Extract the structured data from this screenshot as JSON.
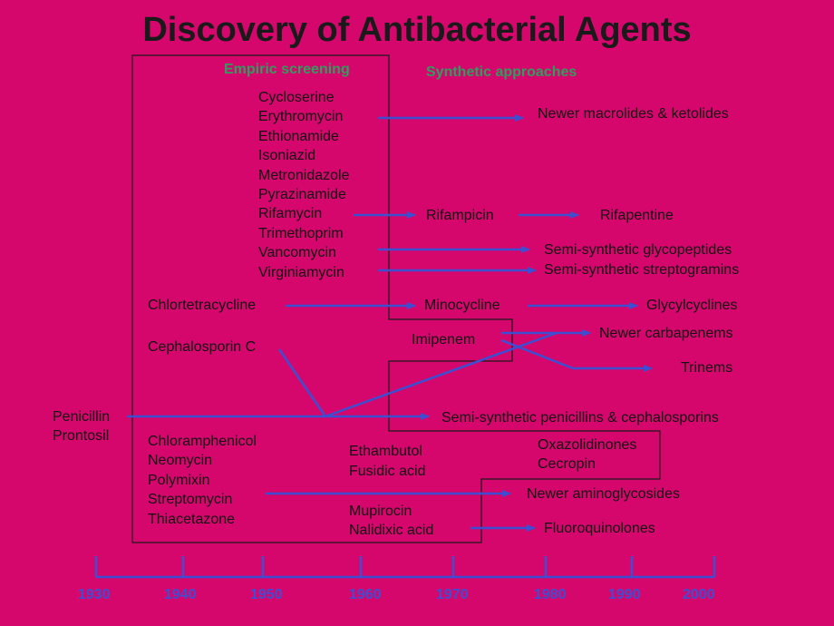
{
  "title": "Discovery of Antibacterial Agents",
  "headers": {
    "empiric": "Empiric  screening",
    "synthetic": "Synthetic approaches"
  },
  "empiric_list": [
    "Cycloserine",
    "Erythromycin",
    "Ethionamide",
    "Isoniazid",
    "Metronidazole",
    "Pyrazinamide",
    "Rifamycin",
    "Trimethoprim",
    "Vancomycin",
    "Virginiamycin"
  ],
  "agents": {
    "chlortetracycline": "Chlortetracycline",
    "cephalosporin_c": "Cephalosporin C",
    "penicillin": "Penicillin",
    "prontosil": "Prontosil",
    "imipenem": "Imipenem",
    "minocycline": "Minocycline",
    "rifampicin": "Rifampicin",
    "rifapentine": "Rifapentine",
    "newer_macrolides": "Newer macrolides & ketolides",
    "semi_glycopeptides": "Semi-synthetic glycopeptides",
    "semi_streptogramins": "Semi-synthetic streptogramins",
    "glycylcyclines": "Glycylcyclines",
    "newer_carbapenems": "Newer carbapenems",
    "trinems": "Trinems",
    "semi_penicillins": "Semi-synthetic penicillins & cephalosporins",
    "ethambutol": "Ethambutol",
    "fusidic_acid": "Fusidic acid",
    "oxazolidinones": "Oxazolidinones",
    "cecropin": "Cecropin",
    "newer_aminoglycosides": "Newer aminoglycosides",
    "mupirocin": "Mupirocin",
    "nalidixic_acid": "Nalidixic acid",
    "fluoroquinolones": "Fluoroquinolones"
  },
  "bottom_list": [
    "Chloramphenicol",
    "Neomycin",
    "Polymixin",
    "Streptomycin",
    "Thiacetazone"
  ],
  "timeline": {
    "years": [
      "1930",
      "1940",
      "1950",
      "1960",
      "1970",
      "1980",
      "1990",
      "2000"
    ]
  },
  "colors": {
    "background": "#d5076d",
    "arrow": "#3d4fd0",
    "header": "#2e9e5e",
    "text": "#111111",
    "boundary": "#1a1a1a"
  }
}
